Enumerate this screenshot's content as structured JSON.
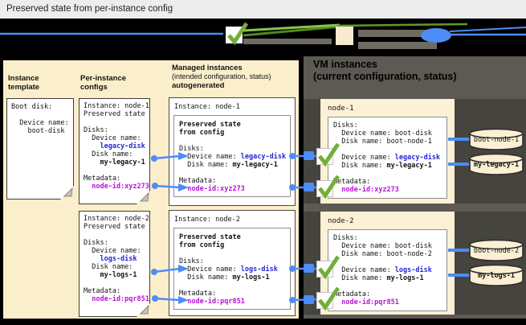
{
  "page_title": "Preserved state from per-instance config",
  "colors": {
    "panel_beige": "#fbeecb",
    "node_beige": "#fcf1d6",
    "gray_panel": "#5d5953",
    "gray_row": "#45443f",
    "blue_text": "#2424d8",
    "magenta_text": "#b911d6",
    "connector_blue": "#4c8df6",
    "check_green": "#74ad3a"
  },
  "icons": {
    "checkmark": "green-checkmark-icon",
    "disk": "disk-cylinder-icon",
    "connector": "blue-connector-line",
    "paper": "document-folded-corner"
  },
  "columns": {
    "c1a": "Instance",
    "c1b": "template",
    "c2a": "Per-instance",
    "c2b": "configs",
    "c3a": "Managed instances",
    "c3b": "(intended configuration, status)",
    "c3c": "autogenerated"
  },
  "right_title": {
    "l1": "VM instances",
    "l2": "(current configuration, status)"
  },
  "template_box": {
    "l1": "Boot disk:",
    "l2": "  Device name:",
    "l3": "    boot-disk"
  },
  "pic1": {
    "l1": "Instance: node-1",
    "l2": "Preserved state",
    "l3": "Disks:",
    "l4": "  Device name:",
    "l5": "    legacy-disk",
    "l6": "  Disk name:",
    "l7": "    my-legacy-1",
    "l8": "Metadata:",
    "l9": "  node-id:xyz273"
  },
  "pic2": {
    "l1": "Instance: node-2",
    "l2": "Preserved state",
    "l3": "Disks:",
    "l4": "  Device name:",
    "l5": "    logs-disk",
    "l6": "  Disk name:",
    "l7": "    my-logs-1",
    "l8": "Metadata:",
    "l9": "  node-id:pqr851"
  },
  "mi1": {
    "title": "Instance: node-1",
    "h1": "Preserved state",
    "h2": "from config",
    "l1": "Disks:",
    "l2a": "  Device name: ",
    "l2b": "legacy-disk",
    "l3a": "  Disk name: ",
    "l3b": "my-legacy-1",
    "l4": "Metadata:",
    "l5": "  node-id:xyz273"
  },
  "mi2": {
    "title": "Instance: node-2",
    "h1": "Preserved state",
    "h2": "from config",
    "l1": "Disks:",
    "l2a": "  Device name: ",
    "l2b": "logs-disk",
    "l3a": "  Disk name: ",
    "l3b": "my-logs-1",
    "l4": "Metadata:",
    "l5": "  node-id:pqr851"
  },
  "vm1": {
    "name": "node-1",
    "l1": "Disks:",
    "l2": "  Device name: boot-disk",
    "l3": "  Disk name: boot-node-1",
    "l4a": "  Device name: ",
    "l4b": "legacy-disk",
    "l5a": "  Disk name: ",
    "l5b": "my-legacy-1",
    "l6": "Metadata:",
    "l7": "  node-id:xyz273"
  },
  "vm2": {
    "name": "node-2",
    "l1": "Disks:",
    "l2": "  Device name: boot-disk",
    "l3": "  Disk name: boot-node-2",
    "l4a": "  Device name: ",
    "l4b": "logs-disk",
    "l5a": "  Disk name: ",
    "l5b": "my-logs-1",
    "l6": "Metadata:",
    "l7": "  node-id:pqr851"
  },
  "disks": {
    "d1": "boot-node-1",
    "d2": "my-legacy-1",
    "d3": "boot-node-2",
    "d4": "my-logs-1"
  }
}
